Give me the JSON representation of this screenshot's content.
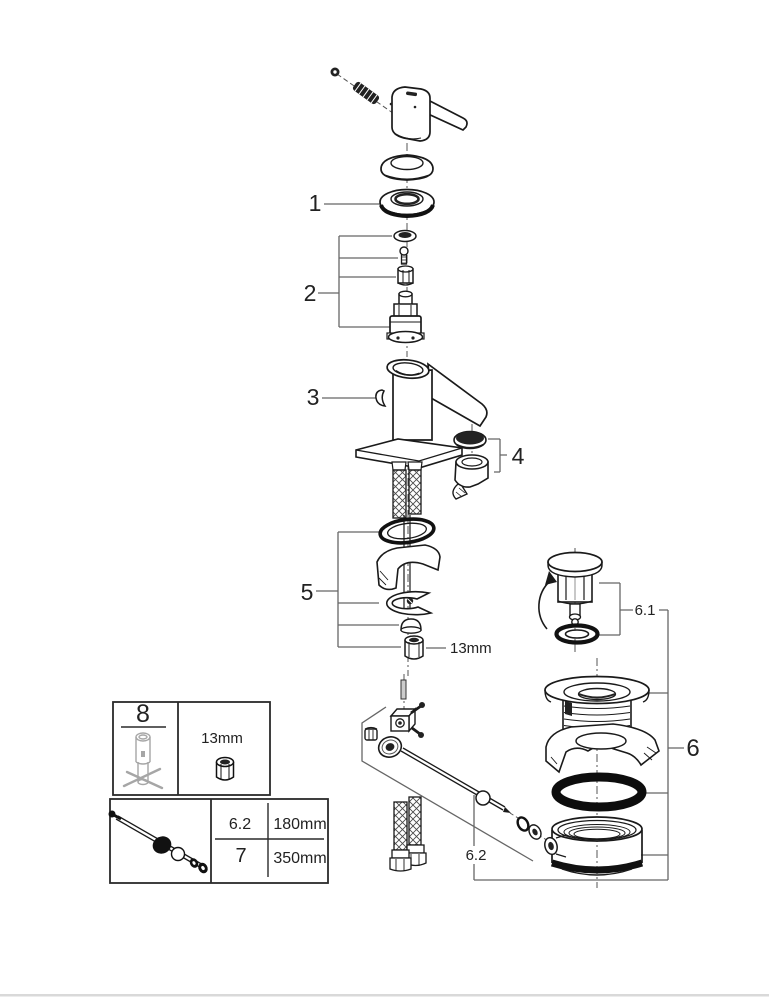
{
  "diagram": {
    "callouts": {
      "part_1": "1",
      "part_2": "2",
      "part_3": "3",
      "part_4": "4",
      "part_5": "5",
      "part_6": "6",
      "part_6_1": "6.1",
      "part_6_2": "6.2",
      "nut_size": "13mm"
    },
    "legend": {
      "tool_ref": "8",
      "wrench_size": "13mm",
      "rows": [
        {
          "ref": "6.2",
          "length": "180mm"
        },
        {
          "ref": "7",
          "length": "350mm"
        }
      ]
    }
  },
  "colors": {
    "ink": "#1a1a1a",
    "callout_line": "#666666",
    "tool_gray": "#a6a6a6",
    "footer_bar": "#d9d9d9"
  }
}
